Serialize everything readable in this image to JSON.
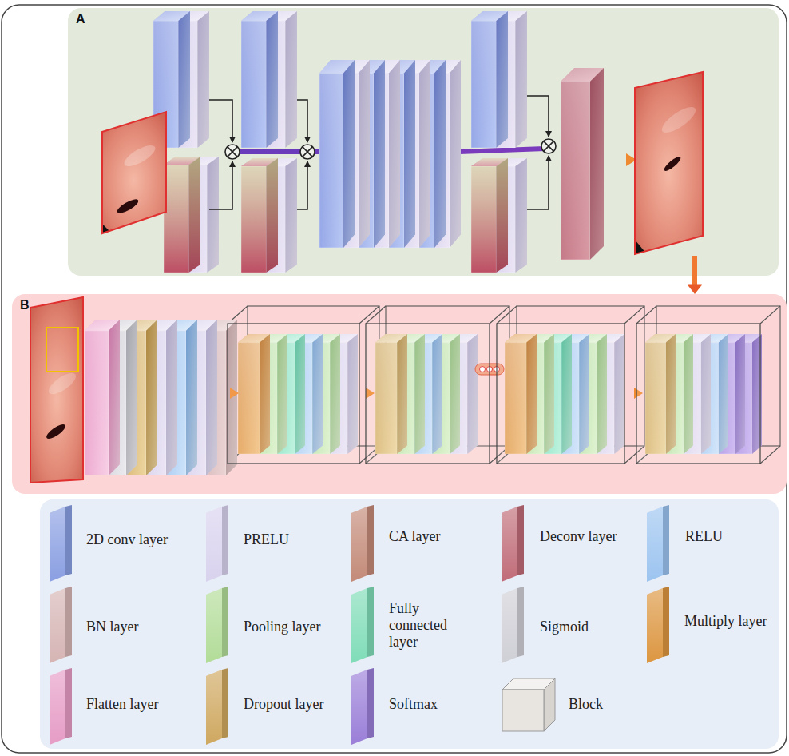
{
  "diagram": {
    "nodes": [
      {
        "text": [
          "A"
        ]
      },
      {
        "text": [
          "B"
        ]
      }
    ],
    "edges": [
      {
        "from": 0,
        "to": 1,
        "arrow": "to"
      }
    ],
    "legend": [
      {
        "text": "2D conv layer",
        "color": "#8a9fe2"
      },
      {
        "text": "PRELU",
        "color": "#d9d2ee"
      },
      {
        "text": "CA layer",
        "color": "#c38a78"
      },
      {
        "text": "Deconv layer",
        "color": "#c06c78"
      },
      {
        "text": "RELU",
        "color": "#9cc4f0"
      },
      {
        "text": "BN layer",
        "color": "#d6b4b4"
      },
      {
        "text": "Pooling layer",
        "color": "#b2dc98"
      },
      {
        "text": "Fully connected layer",
        "color": "#7fdcb8"
      },
      {
        "text": "Sigmoid",
        "color": "#cfcfd6"
      },
      {
        "text": "Multiply layer",
        "color": "#dc9640"
      },
      {
        "text": "Flatten layer",
        "color": "#e69cc6"
      },
      {
        "text": "Dropout layer",
        "color": "#cfa860"
      },
      {
        "text": "Softmax",
        "color": "#9a7ed8"
      },
      {
        "text": "Block"
      }
    ]
  }
}
